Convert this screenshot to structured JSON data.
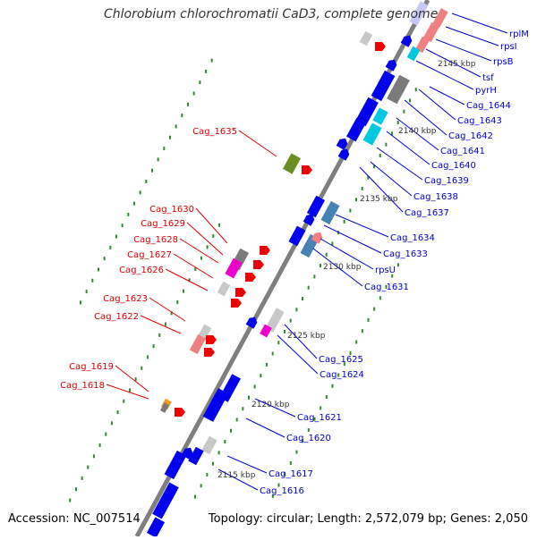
{
  "title": "Chlorobium chlorochromatii CaD3, complete genome",
  "footer": {
    "accession": "Accession: NC_007514",
    "summary": "Topology: circular; Length: 2,572,079 bp; Genes: 2,050"
  },
  "colors": {
    "backbone": "#7f7f7f",
    "tick_dots": "#2e8b2e",
    "forward_label": "#0000cc",
    "reverse_label": "#dd0000",
    "gene_blue": "#0000ee",
    "gene_red": "#ee0000",
    "gene_pink": "#f08080",
    "gene_gray": "#7a7a7a",
    "gene_lightgray": "#c8c8c8",
    "gene_cyan": "#00c8e0",
    "gene_steel": "#4682b4",
    "gene_olive": "#6b8e23",
    "gene_magenta": "#ee00cc",
    "gene_orange": "#f0a020",
    "gene_lavender": "#c8c8f8"
  },
  "scale_labels": [
    "2145 kbp",
    "2140 kbp",
    "2135 kbp",
    "2130 kbp",
    "2125 kbp",
    "2120 kbp",
    "2115 kbp"
  ],
  "forward_genes": [
    "rplM",
    "rpsI",
    "rpsB",
    "tsf",
    "pyrH",
    "Cag_1644",
    "Cag_1643",
    "Cag_1642",
    "Cag_1641",
    "Cag_1640",
    "Cag_1639",
    "Cag_1638",
    "Cag_1637",
    "Cag_1634",
    "Cag_1633",
    "rpsU",
    "Cag_1631",
    "Cag_1625",
    "Cag_1624",
    "Cag_1621",
    "Cag_1620",
    "Cag_1617",
    "Cag_1616"
  ],
  "reverse_genes": [
    "Cag_1635",
    "Cag_1630",
    "Cag_1629",
    "Cag_1628",
    "Cag_1627",
    "Cag_1626",
    "Cag_1623",
    "Cag_1622",
    "Cag_1619",
    "Cag_1618"
  ]
}
